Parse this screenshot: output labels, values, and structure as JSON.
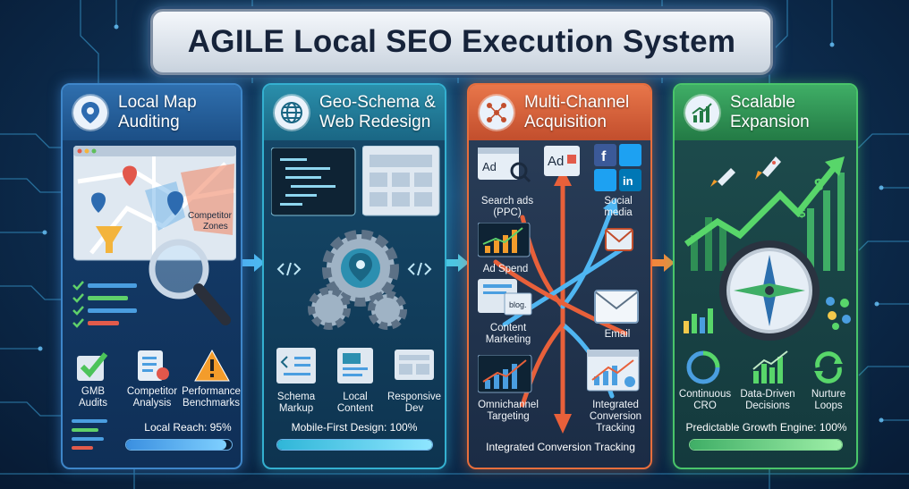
{
  "title": "AGILE Local SEO Execution System",
  "colors": {
    "panel1": "#3e86c9",
    "panel2": "#34b0d0",
    "panel3": "#e86e3c",
    "panel4": "#49c56a"
  },
  "panels": [
    {
      "title": "Local Map\nAuditing",
      "icon": "map-pin-icon",
      "map_label": "Competitor\nZones",
      "items": [
        "GMB\nAudits",
        "Competitor\nAnalysis",
        "Performance\nBenchmarks"
      ],
      "metric": "Local Reach: 95%",
      "progress": 0.95
    },
    {
      "title": "Geo-Schema &\nWeb Redesign",
      "icon": "globe-icon",
      "items": [
        "Schema\nMarkup",
        "Local\nContent",
        "Responsive\nDev"
      ],
      "metric": "Mobile-First Design: 100%",
      "progress": 1.0
    },
    {
      "title": "Multi-Channel\nAcquisition",
      "icon": "network-icon",
      "channels": [
        "Search ads\n(PPC)",
        "Social\nmedia",
        "Ad Spend",
        "Content\nMarketing",
        "Email",
        "Omnichannel\nTargeting",
        "Integrated\nConversion\nTracking"
      ],
      "ad_label": "Ad",
      "blog_label": "blog.",
      "footer": "Integrated Conversion Tracking"
    },
    {
      "title": "Scalable\nExpansion",
      "icon": "growth-chart-icon",
      "items": [
        "Continuous\nCRO",
        "Data-Driven\nDecisions",
        "Nurture\nLoops"
      ],
      "metric": "Predictable Growth Engine: 100%",
      "progress": 1.0
    }
  ]
}
